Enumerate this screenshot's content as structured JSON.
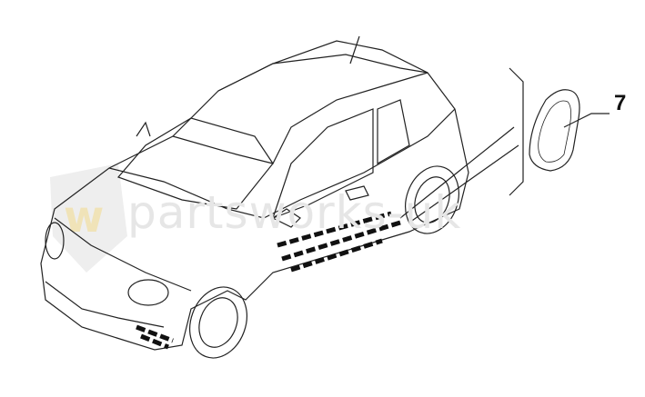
{
  "diagram": {
    "subject": "car-parts-exploded-view",
    "callouts": [
      {
        "label": "7",
        "part": "side-trim-panel"
      }
    ],
    "watermark": "partsworks-uk"
  }
}
